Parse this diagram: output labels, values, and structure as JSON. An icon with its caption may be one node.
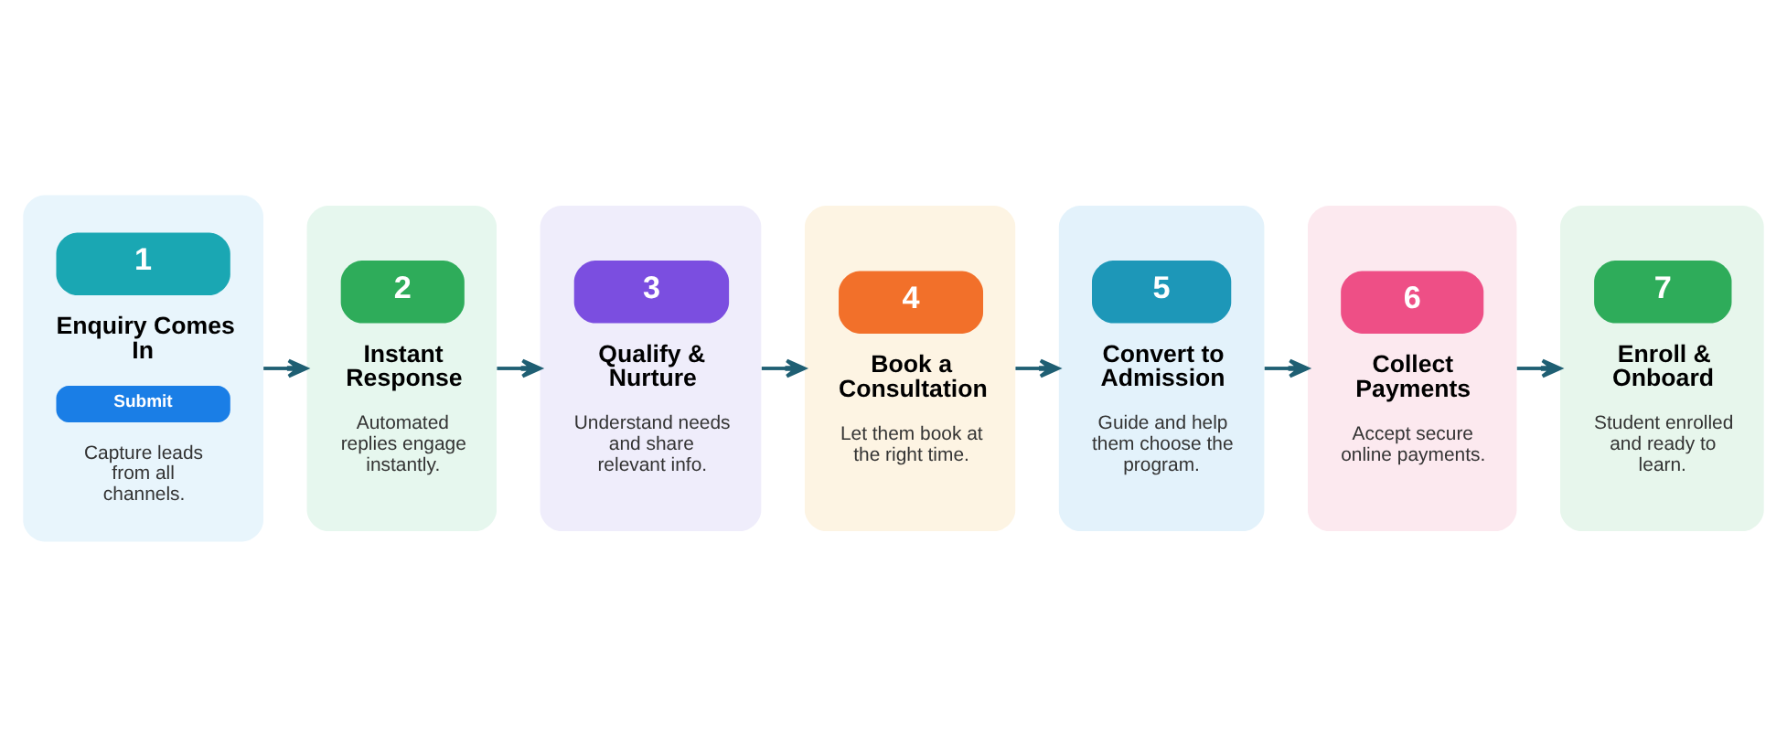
{
  "diagram": {
    "nodes": [
      {
        "text": [
          "1",
          "Enquiry Comes In",
          "Submit",
          "Capture leads from all channels."
        ]
      },
      {
        "text": [
          "2",
          "Instant Response",
          "Automated replies engage instantly."
        ]
      },
      {
        "text": [
          "3",
          "Qualify & Nurture",
          "Understand needs and share relevant info."
        ]
      },
      {
        "text": [
          "4",
          "Book a Consultation",
          "Let them book at the right time."
        ]
      },
      {
        "text": [
          "5",
          "Convert to Admission",
          "Guide and help them choose the program."
        ]
      },
      {
        "text": [
          "6",
          "Collect Payments",
          "Accept secure online payments."
        ]
      },
      {
        "text": [
          "7",
          "Enroll & Onboard",
          "Student enrolled and ready to learn."
        ]
      }
    ],
    "edges": [
      {
        "from": 0,
        "to": 1,
        "arrow": "to"
      },
      {
        "from": 1,
        "to": 2,
        "arrow": "to"
      },
      {
        "from": 2,
        "to": 3,
        "arrow": "to"
      },
      {
        "from": 3,
        "to": 4,
        "arrow": "to"
      },
      {
        "from": 4,
        "to": 5,
        "arrow": "to"
      },
      {
        "from": 5,
        "to": 6,
        "arrow": "to"
      }
    ]
  }
}
